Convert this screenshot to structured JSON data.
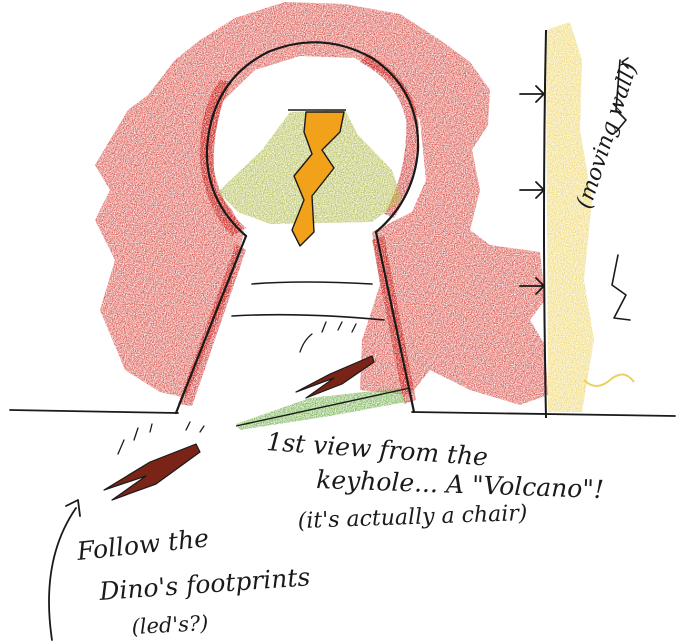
{
  "labels": {
    "wall": "(moving wall)",
    "view_line1": "1st view from the",
    "view_line2": "keyhole... A \"Volcano\"!",
    "view_line3": "(it's actually a chair)",
    "dino_line1": "Follow the",
    "dino_line2": "Dino's footprints",
    "dino_line3": "(led's?)"
  },
  "colors": {
    "wall_red": "#d3352c",
    "red_shadow": "#c81e1a",
    "volcano_green": "#a9b43a",
    "lava_orange": "#f2a21a",
    "moving_wall_yellow": "#ecd15a",
    "grass_green": "#5fa533",
    "footprint_brown": "#7a2418",
    "ink": "#1a1a1a"
  }
}
